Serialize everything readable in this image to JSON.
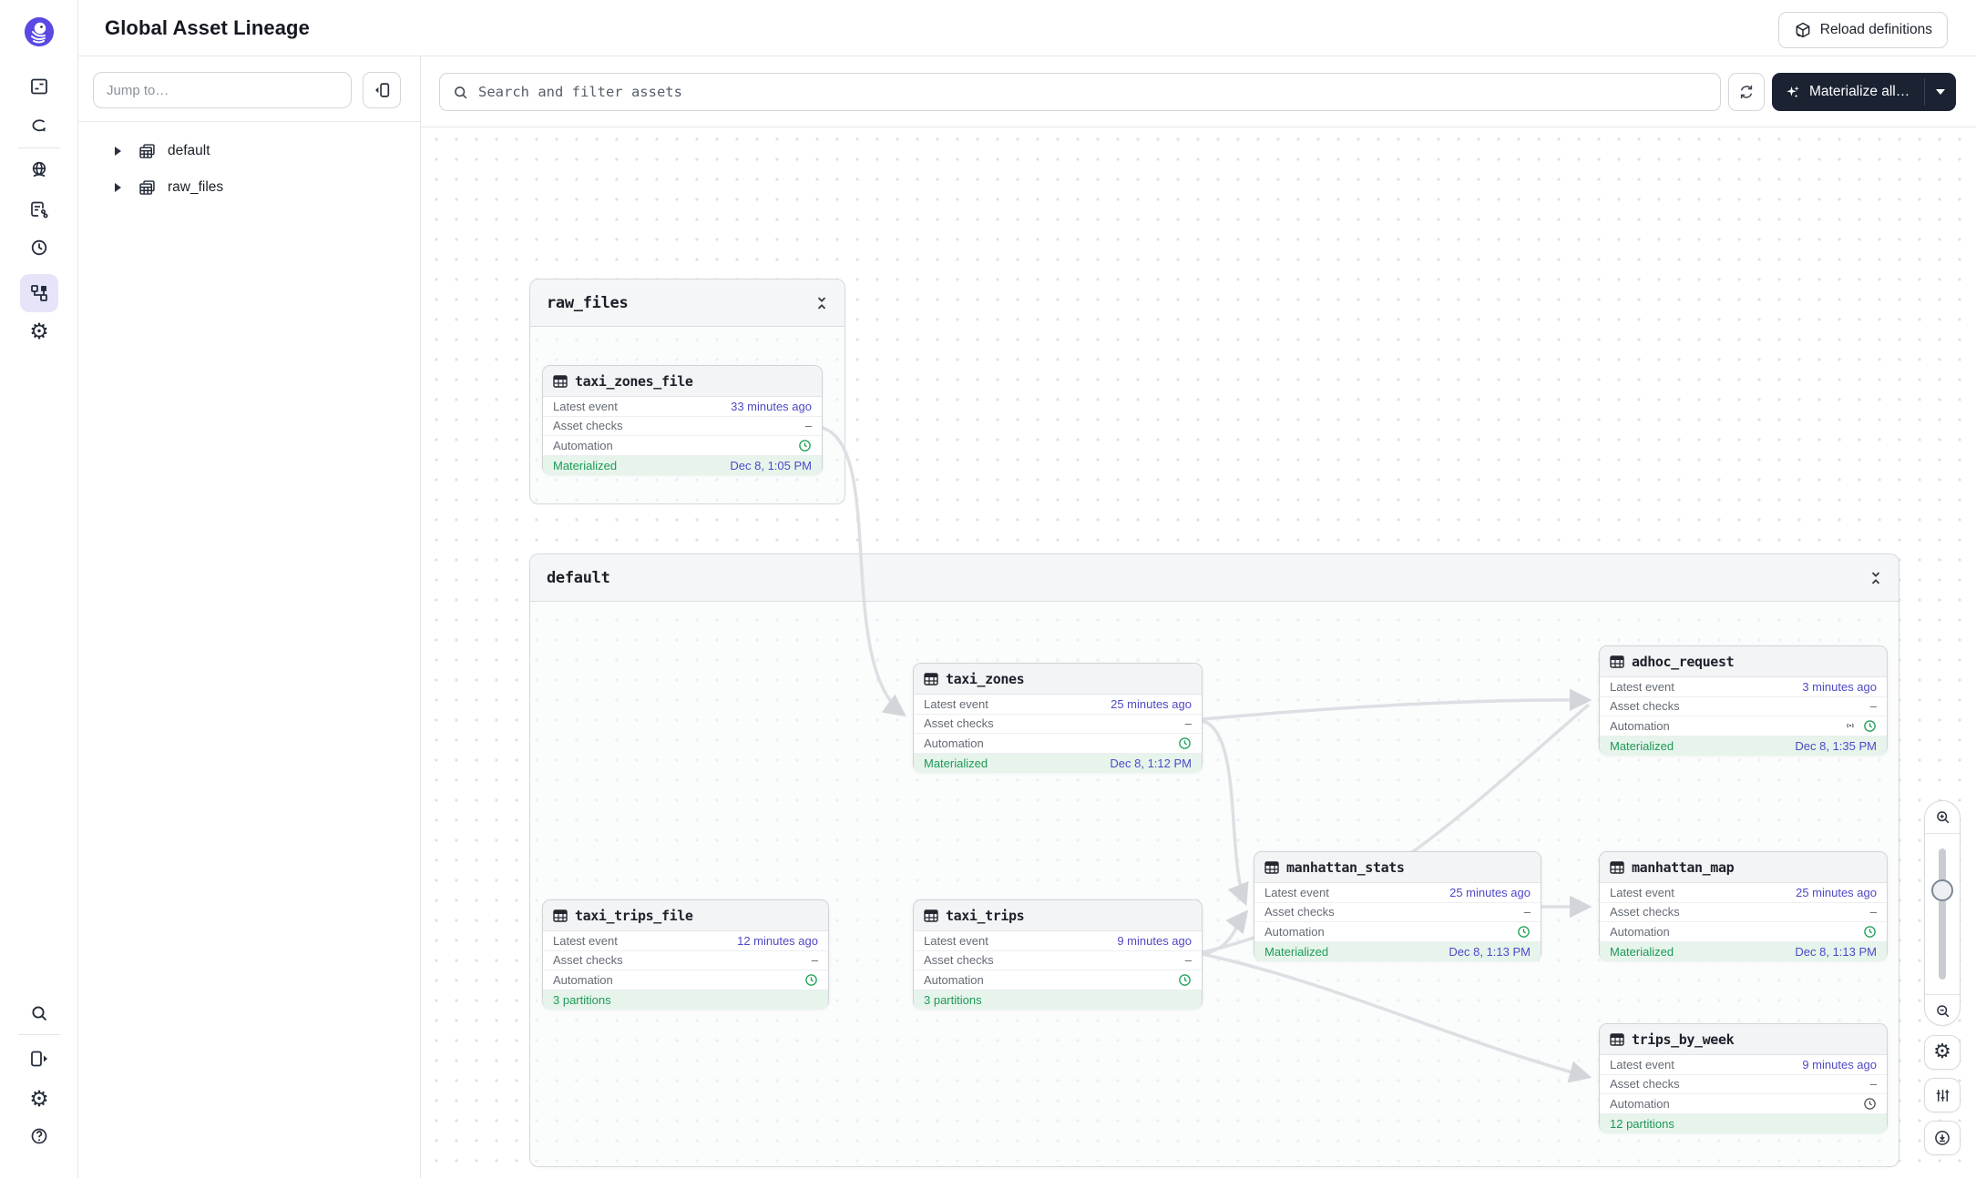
{
  "app": {
    "title": "Global Asset Lineage"
  },
  "header": {
    "reload_button": "Reload definitions"
  },
  "rail": {
    "icons": [
      "dagster-logo",
      "asset-catalog",
      "runs-loop",
      "deployment-globe",
      "launchpad-doc",
      "schedules-clock",
      "lineage-graph",
      "settings-gear",
      "search",
      "expand-panel",
      "settings-gear-bottom",
      "help"
    ]
  },
  "sidebar": {
    "jump_placeholder": "Jump to…",
    "groups": [
      {
        "label": "default"
      },
      {
        "label": "raw_files"
      }
    ]
  },
  "toolbar": {
    "search_placeholder": "Search and filter assets",
    "materialize_button": "Materialize all…"
  },
  "node_labels": {
    "latest_event": "Latest event",
    "asset_checks": "Asset checks",
    "automation": "Automation"
  },
  "graph": {
    "groups": [
      {
        "name": "raw_files"
      },
      {
        "name": "default"
      }
    ],
    "nodes": [
      {
        "name": "taxi_zones_file",
        "latest_event": "33 minutes ago",
        "asset_checks": "–",
        "automation": "clock-green",
        "footer_label": "Materialized",
        "footer_value": "Dec 8, 1:05 PM"
      },
      {
        "name": "taxi_zones",
        "latest_event": "25 minutes ago",
        "asset_checks": "–",
        "automation": "clock-green",
        "footer_label": "Materialized",
        "footer_value": "Dec 8, 1:12 PM"
      },
      {
        "name": "adhoc_request",
        "latest_event": "3 minutes ago",
        "asset_checks": "–",
        "automation": "sensor+clock-green",
        "footer_label": "Materialized",
        "footer_value": "Dec 8, 1:35 PM"
      },
      {
        "name": "manhattan_stats",
        "latest_event": "25 minutes ago",
        "asset_checks": "–",
        "automation": "clock-green",
        "footer_label": "Materialized",
        "footer_value": "Dec 8, 1:13 PM"
      },
      {
        "name": "manhattan_map",
        "latest_event": "25 minutes ago",
        "asset_checks": "–",
        "automation": "clock-green",
        "footer_label": "Materialized",
        "footer_value": "Dec 8, 1:13 PM"
      },
      {
        "name": "taxi_trips_file",
        "latest_event": "12 minutes ago",
        "asset_checks": "–",
        "automation": "clock-green",
        "footer_label": "3 partitions",
        "footer_value": ""
      },
      {
        "name": "taxi_trips",
        "latest_event": "9 minutes ago",
        "asset_checks": "–",
        "automation": "clock-green",
        "footer_label": "3 partitions",
        "footer_value": ""
      },
      {
        "name": "trips_by_week",
        "latest_event": "9 minutes ago",
        "asset_checks": "–",
        "automation": "clock-gray",
        "footer_label": "12 partitions",
        "footer_value": ""
      }
    ],
    "edges": [
      "taxi_zones_file->taxi_zones",
      "taxi_zones->adhoc_request",
      "taxi_zones->manhattan_stats",
      "taxi_trips->manhattan_stats",
      "taxi_trips->adhoc_request",
      "taxi_trips->trips_by_week",
      "manhattan_stats->manhattan_map"
    ]
  },
  "colors": {
    "accent_purple": "#5a4ae4",
    "link": "#4f49c6",
    "green_text": "#1e9a55",
    "green_bg": "#e6f4ec",
    "dark_button": "#1b2333",
    "edge": "#dedfe4"
  }
}
